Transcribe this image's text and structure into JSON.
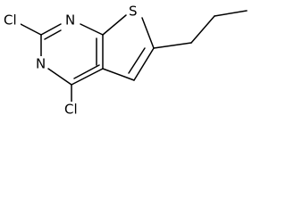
{
  "molecule": {
    "atoms": {
      "cl_top": "Cl",
      "n_top": "N",
      "n_left": "N",
      "cl_bottom": "Cl",
      "s": "S"
    }
  }
}
